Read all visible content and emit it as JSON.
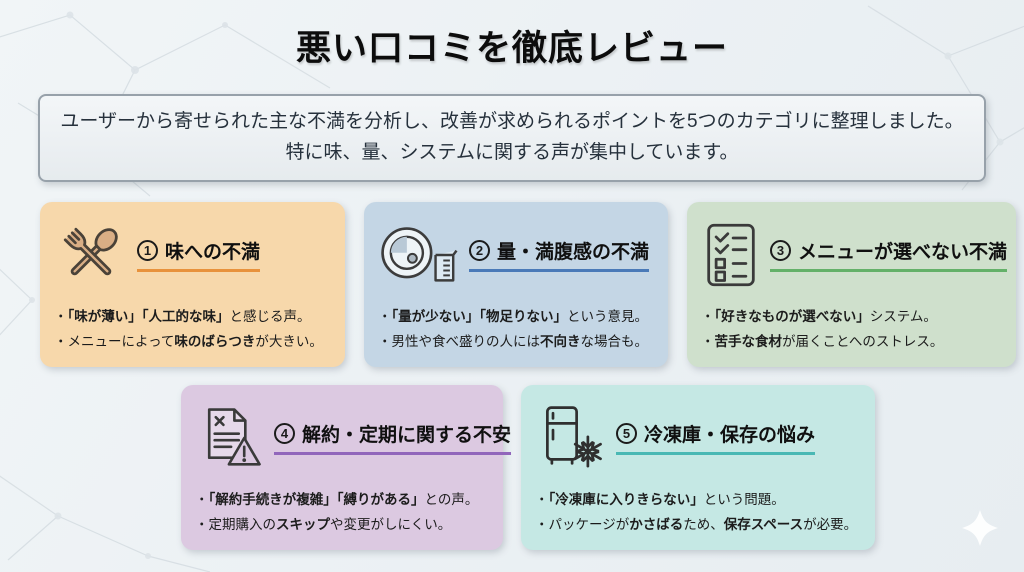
{
  "page": {
    "title": "悪い口コミを徹底レビュー",
    "intro": {
      "line1": "ユーザーから寄せられた主な不満を分析し、改善が求められるポイントを5つのカテゴリに整理しました。",
      "line2": "特に味、量、システムに関する声が集中しています。"
    }
  },
  "background": {
    "base_color": "#edf2f5",
    "pattern": "faint-network-lines",
    "pattern_color": "#d3dbe0",
    "sparkle_color": "#ffffff"
  },
  "cards": [
    {
      "number": "1",
      "title": "味への不満",
      "icon": "fork-spoon-icon",
      "colors": {
        "bg": "#f7d8ab",
        "accent": "#e8923c"
      },
      "bullets": [
        [
          {
            "text": "・",
            "bold": false
          },
          {
            "text": "「味が薄い」「人工的な味」",
            "bold": true
          },
          {
            "text": "と感じる声。",
            "bold": false
          }
        ],
        [
          {
            "text": "・メニューによって",
            "bold": false
          },
          {
            "text": "味のばらつき",
            "bold": true
          },
          {
            "text": "が大きい。",
            "bold": false
          }
        ]
      ]
    },
    {
      "number": "2",
      "title": "量・満腹感の不満",
      "icon": "plate-portion-icon",
      "colors": {
        "bg": "#c4d6e5",
        "accent": "#4a7ab8"
      },
      "bullets": [
        [
          {
            "text": "・",
            "bold": false
          },
          {
            "text": "「量が少ない」「物足りない」",
            "bold": true
          },
          {
            "text": "という意見。",
            "bold": false
          }
        ],
        [
          {
            "text": "・男性や食べ盛りの人には",
            "bold": false
          },
          {
            "text": "不向き",
            "bold": true
          },
          {
            "text": "な場合も。",
            "bold": false
          }
        ]
      ]
    },
    {
      "number": "3",
      "title": "メニューが選べない不満",
      "icon": "checklist-icon",
      "colors": {
        "bg": "#cfe0cc",
        "accent": "#64b169"
      },
      "bullets": [
        [
          {
            "text": "・",
            "bold": false
          },
          {
            "text": "「好きなものが選べない」",
            "bold": true
          },
          {
            "text": "システム。",
            "bold": false
          }
        ],
        [
          {
            "text": "・",
            "bold": false
          },
          {
            "text": "苦手な食材",
            "bold": true
          },
          {
            "text": "が届くことへのストレス。",
            "bold": false
          }
        ]
      ]
    },
    {
      "number": "4",
      "title": "解約・定期に関する不安",
      "icon": "cancel-document-warning-icon",
      "colors": {
        "bg": "#dcc9e1",
        "accent": "#9166bb"
      },
      "bullets": [
        [
          {
            "text": "・",
            "bold": false
          },
          {
            "text": "「解約手続きが複雑」「縛りがある」",
            "bold": true
          },
          {
            "text": "との声。",
            "bold": false
          }
        ],
        [
          {
            "text": "・定期購入の",
            "bold": false
          },
          {
            "text": "スキップ",
            "bold": true
          },
          {
            "text": "や変更がしにくい。",
            "bold": false
          }
        ]
      ]
    },
    {
      "number": "5",
      "title": "冷凍庫・保存の悩み",
      "icon": "freezer-snowflake-icon",
      "colors": {
        "bg": "#c5e8e4",
        "accent": "#49b8b4"
      },
      "bullets": [
        [
          {
            "text": "・",
            "bold": false
          },
          {
            "text": "「冷凍庫に入りきらない」",
            "bold": true
          },
          {
            "text": "という問題。",
            "bold": false
          }
        ],
        [
          {
            "text": "・パッケージが",
            "bold": false
          },
          {
            "text": "かさばる",
            "bold": true
          },
          {
            "text": "ため、",
            "bold": false
          },
          {
            "text": "保存スペース",
            "bold": true
          },
          {
            "text": "が必要。",
            "bold": false
          }
        ]
      ]
    }
  ]
}
